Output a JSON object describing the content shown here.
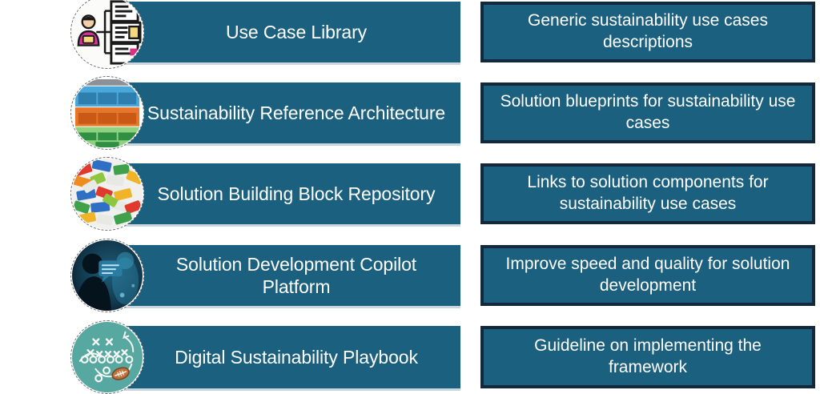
{
  "theme": {
    "bar_fill": "#1b607f",
    "box_border": "#13293b",
    "text_color": "#ffffff",
    "page_background": "#ffffff",
    "bar_shadow": "#c9d6de"
  },
  "rows": [
    {
      "id": "use-case-library",
      "icon": "document-hierarchy-icon",
      "title": "Use Case Library",
      "description": "Generic sustainability use cases descriptions"
    },
    {
      "id": "sustainability-reference-architecture",
      "icon": "layered-architecture-icon",
      "title": "Sustainability Reference Architecture",
      "description": "Solution blueprints for sustainability use cases"
    },
    {
      "id": "solution-building-block-repository",
      "icon": "building-blocks-icon",
      "title": "Solution Building Block Repository",
      "description": "Links to solution components for sustainability use cases"
    },
    {
      "id": "solution-development-copilot-platform",
      "icon": "ai-copilot-icon",
      "title": "Solution Development Copilot Platform",
      "description": "Improve speed and quality for solution development"
    },
    {
      "id": "digital-sustainability-playbook",
      "icon": "playbook-icon",
      "title": "Digital Sustainability Playbook",
      "description": "Guideline on implementing the framework"
    }
  ]
}
